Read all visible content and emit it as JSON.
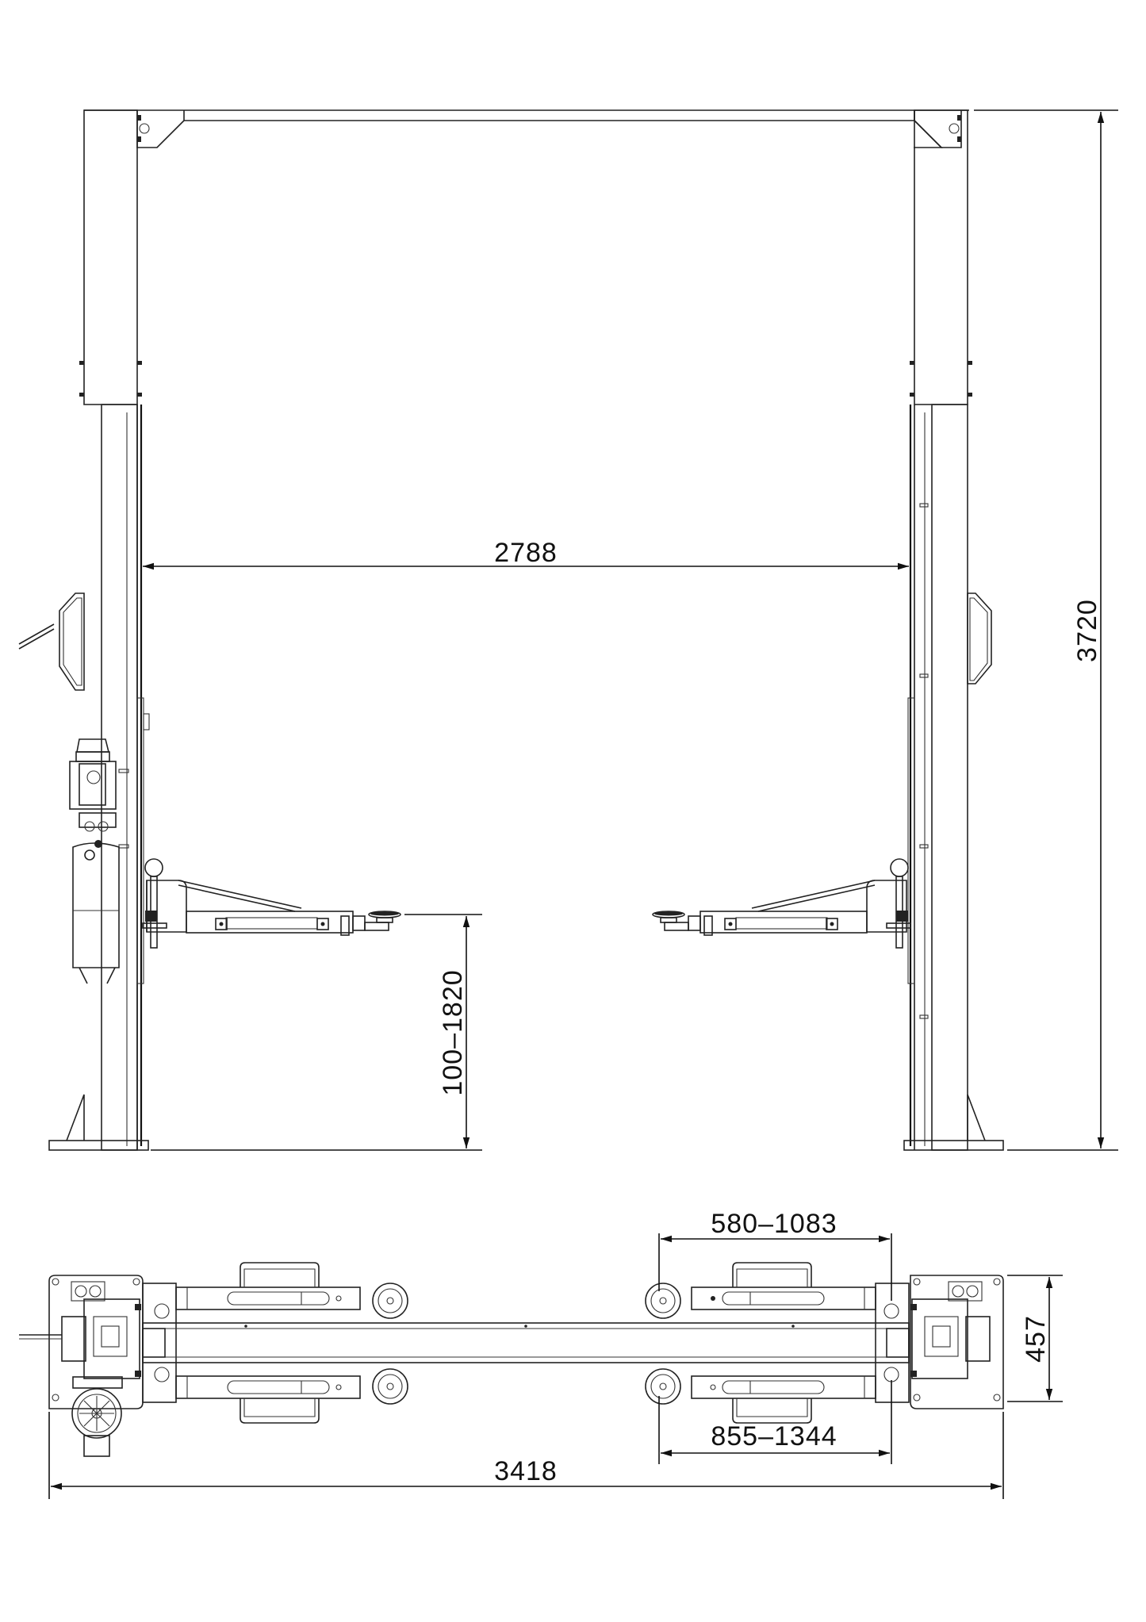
{
  "drawing": {
    "type": "two-post lift technical drawing",
    "views": [
      {
        "name": "front-elevation"
      },
      {
        "name": "plan-view"
      }
    ],
    "line_color": "#222222",
    "background": "#ffffff"
  },
  "dimensions": {
    "inner_width": "2788",
    "overall_height": "3720",
    "lifting_height": "100–1820",
    "short_arm_reach": "580–1083",
    "long_arm_reach": "855–1344",
    "base_depth": "457",
    "overall_width": "3418"
  }
}
